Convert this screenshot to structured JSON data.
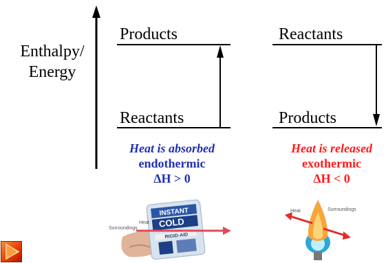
{
  "axis": {
    "line1": "Enthalpy/",
    "line2": "Energy"
  },
  "endothermic": {
    "top_label": "Products",
    "bottom_label": "Reactants",
    "caption_heat": "Heat is absorbed",
    "caption_type": "endothermic",
    "caption_dh": "ΔH > 0",
    "photo": {
      "brand_line1": "INSTANT",
      "brand_line2": "COLD",
      "product": "RIGID-AID",
      "heat": "Heat",
      "surroundings": "Surroundings"
    }
  },
  "exothermic": {
    "top_label": "Reactants",
    "bottom_label": "Products",
    "caption_heat": "Heat is released",
    "caption_type": "exothermic",
    "caption_dh": "ΔH < 0",
    "photo": {
      "heat": "Heat",
      "surroundings": "Surroundings"
    }
  },
  "colors": {
    "endo_caption": "#1f2fb5",
    "exo_caption": "#ff1a1a",
    "nav_button": "#e23a00"
  },
  "icons": {
    "nav": "play-triangle-icon"
  }
}
